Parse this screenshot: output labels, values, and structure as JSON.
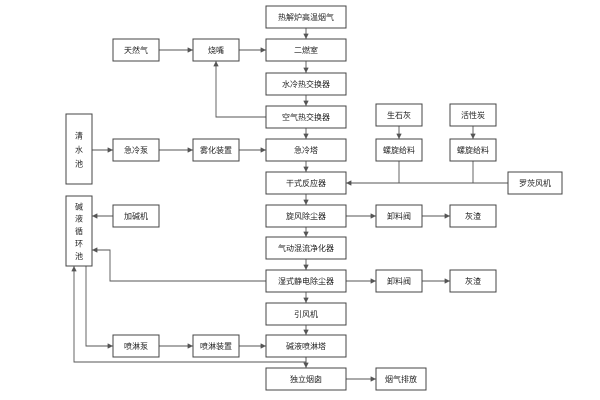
{
  "diagram": {
    "stroke_color": "#444444",
    "text_color": "#222222",
    "nodes": {
      "pyrolysis_gas": "热解炉高温烟气",
      "second_chamber": "二燃室",
      "water_exchanger": "水冷热交换器",
      "air_exchanger": "空气热交换器",
      "quench_tower": "急冷塔",
      "dry_reactor": "干式反应器",
      "cyclone_dust": "旋风除尘器",
      "gas_scrubber": "气动混流净化器",
      "wet_esp": "湿式静电除尘器",
      "id_fan": "引风机",
      "alkali_tower": "碱液喷淋塔",
      "chimney": "独立烟囱",
      "emission": "烟气排放",
      "natural_gas": "天然气",
      "burner": "烧嘴",
      "lime": "生石灰",
      "activated_carbon": "活性炭",
      "screw_feeder_1": "螺旋给料",
      "screw_feeder_2": "螺旋给料",
      "roots_blower": "罗茨风机",
      "clear_water_pool": "清水池",
      "quench_pump": "急冷泵",
      "atomizer": "雾化装置",
      "alkali_pool": "碱液循环池",
      "alkali_dosing": "加碱机",
      "discharge_valve_1": "卸料阀",
      "ash_1": "灰渣",
      "discharge_valve_2": "卸料阀",
      "ash_2": "灰渣",
      "spray_pump": "喷淋泵",
      "spray_device": "喷淋装置"
    }
  }
}
